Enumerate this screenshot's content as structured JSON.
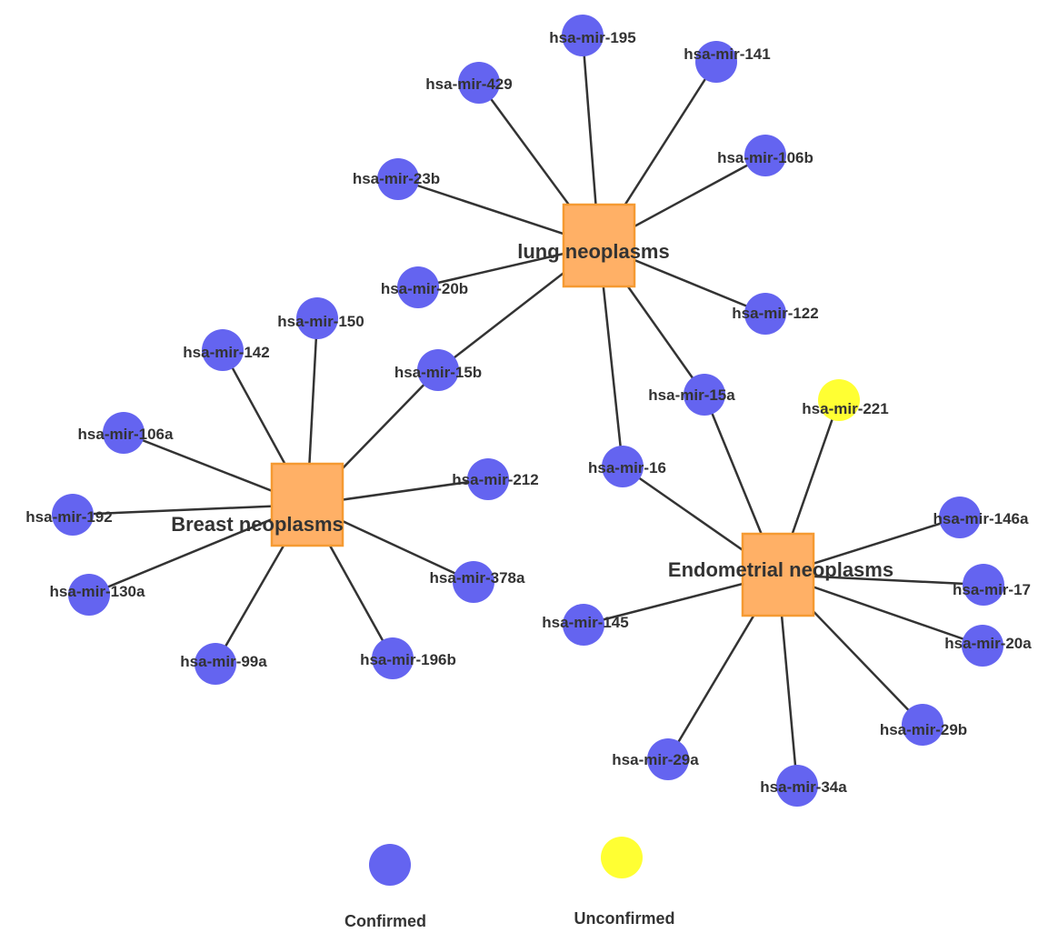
{
  "colors": {
    "confirmed": "#6464f0",
    "unconfirmed": "#ffff33",
    "disease_fill": "#ffb066",
    "disease_stroke": "#f59a32",
    "edge": "#333333"
  },
  "diseases": [
    {
      "id": "lung",
      "label": "lung neoplasms"
    },
    {
      "id": "breast",
      "label": "Breast neoplasms"
    },
    {
      "id": "endo",
      "label": "Endometrial neoplasms"
    }
  ],
  "mirnas": [
    {
      "id": "195",
      "label": "hsa-mir-195",
      "status": "confirmed"
    },
    {
      "id": "141",
      "label": "hsa-mir-141",
      "status": "confirmed"
    },
    {
      "id": "429",
      "label": "hsa-mir-429",
      "status": "confirmed"
    },
    {
      "id": "106b",
      "label": "hsa-mir-106b",
      "status": "confirmed"
    },
    {
      "id": "23b",
      "label": "hsa-mir-23b",
      "status": "confirmed"
    },
    {
      "id": "20b",
      "label": "hsa-mir-20b",
      "status": "confirmed"
    },
    {
      "id": "122",
      "label": "hsa-mir-122",
      "status": "confirmed"
    },
    {
      "id": "150",
      "label": "hsa-mir-150",
      "status": "confirmed"
    },
    {
      "id": "142",
      "label": "hsa-mir-142",
      "status": "confirmed"
    },
    {
      "id": "15b",
      "label": "hsa-mir-15b",
      "status": "confirmed"
    },
    {
      "id": "15a",
      "label": "hsa-mir-15a",
      "status": "confirmed"
    },
    {
      "id": "221",
      "label": "hsa-mir-221",
      "status": "unconfirmed"
    },
    {
      "id": "106a",
      "label": "hsa-mir-106a",
      "status": "confirmed"
    },
    {
      "id": "16",
      "label": "hsa-mir-16",
      "status": "confirmed"
    },
    {
      "id": "212",
      "label": "hsa-mir-212",
      "status": "confirmed"
    },
    {
      "id": "192",
      "label": "hsa-mir-192",
      "status": "confirmed"
    },
    {
      "id": "146a",
      "label": "hsa-mir-146a",
      "status": "confirmed"
    },
    {
      "id": "130a",
      "label": "hsa-mir-130a",
      "status": "confirmed"
    },
    {
      "id": "378a",
      "label": "hsa-mir-378a",
      "status": "confirmed"
    },
    {
      "id": "17",
      "label": "hsa-mir-17",
      "status": "confirmed"
    },
    {
      "id": "145",
      "label": "hsa-mir-145",
      "status": "confirmed"
    },
    {
      "id": "20a",
      "label": "hsa-mir-20a",
      "status": "confirmed"
    },
    {
      "id": "99a",
      "label": "hsa-mir-99a",
      "status": "confirmed"
    },
    {
      "id": "196b",
      "label": "hsa-mir-196b",
      "status": "confirmed"
    },
    {
      "id": "29b",
      "label": "hsa-mir-29b",
      "status": "confirmed"
    },
    {
      "id": "29a",
      "label": "hsa-mir-29a",
      "status": "confirmed"
    },
    {
      "id": "34a",
      "label": "hsa-mir-34a",
      "status": "confirmed"
    }
  ],
  "edges": [
    [
      "lung",
      "195"
    ],
    [
      "lung",
      "141"
    ],
    [
      "lung",
      "429"
    ],
    [
      "lung",
      "106b"
    ],
    [
      "lung",
      "23b"
    ],
    [
      "lung",
      "20b"
    ],
    [
      "lung",
      "122"
    ],
    [
      "lung",
      "15b"
    ],
    [
      "lung",
      "15a"
    ],
    [
      "lung",
      "16"
    ],
    [
      "breast",
      "150"
    ],
    [
      "breast",
      "142"
    ],
    [
      "breast",
      "106a"
    ],
    [
      "breast",
      "192"
    ],
    [
      "breast",
      "130a"
    ],
    [
      "breast",
      "99a"
    ],
    [
      "breast",
      "196b"
    ],
    [
      "breast",
      "378a"
    ],
    [
      "breast",
      "212"
    ],
    [
      "breast",
      "15b"
    ],
    [
      "endo",
      "15a"
    ],
    [
      "endo",
      "221"
    ],
    [
      "endo",
      "16"
    ],
    [
      "endo",
      "146a"
    ],
    [
      "endo",
      "17"
    ],
    [
      "endo",
      "20a"
    ],
    [
      "endo",
      "29b"
    ],
    [
      "endo",
      "34a"
    ],
    [
      "endo",
      "29a"
    ],
    [
      "endo",
      "145"
    ]
  ],
  "legend": {
    "confirmed": "Confirmed",
    "unconfirmed": "Unconfirmed"
  }
}
